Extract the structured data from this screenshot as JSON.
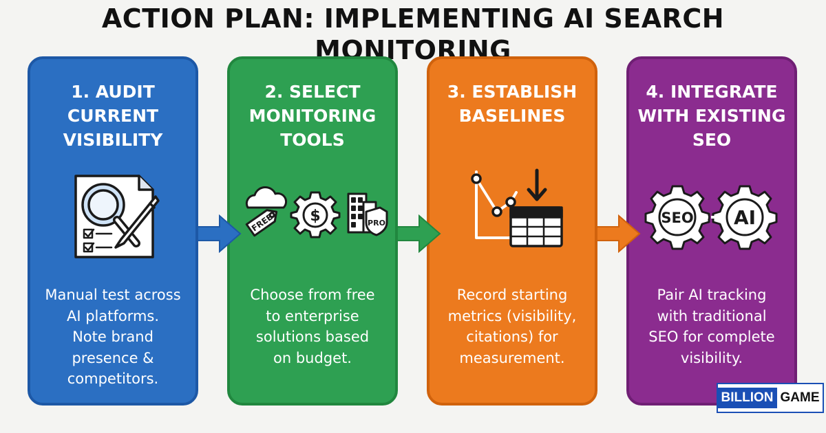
{
  "title": "ACTION PLAN: IMPLEMENTING AI SEARCH MONITORING",
  "steps": [
    {
      "title_lines": [
        "1. AUDIT",
        "CURRENT",
        "VISIBILITY"
      ],
      "desc_lines": [
        "Manual test across",
        "AI platforms.",
        "Note brand",
        "presence &",
        "competitors."
      ],
      "color": "#2b6fc2",
      "border": "#1d58a6",
      "icon": "audit-document-magnifier-pencil-icon"
    },
    {
      "title_lines": [
        "2. SELECT",
        "MONITORING",
        "TOOLS"
      ],
      "desc_lines": [
        "Choose from free",
        "to enterprise",
        "solutions based",
        "on budget."
      ],
      "color": "#2ea052",
      "border": "#21873f",
      "icon": "tools-free-dollar-pro-icon",
      "icon_labels": {
        "free": "FREE",
        "pro": "PRO"
      }
    },
    {
      "title_lines": [
        "3. ESTABLISH",
        "BASELINES"
      ],
      "desc_lines": [
        "Record starting",
        "metrics (visibility,",
        "citations) for",
        "measurement."
      ],
      "color": "#ec7a1e",
      "border": "#d0620d",
      "icon": "chart-table-download-icon"
    },
    {
      "title_lines": [
        "4. INTEGRATE",
        "WITH EXISTING",
        "SEO"
      ],
      "desc_lines": [
        "Pair AI tracking",
        "with traditional",
        "SEO for complete",
        "visibility."
      ],
      "color": "#8b2c8f",
      "border": "#6f1f74",
      "icon": "seo-ai-gears-icon",
      "icon_labels": {
        "seo": "SEO",
        "ai": "AI"
      }
    }
  ],
  "arrows": [
    {
      "color": "#2b6fc2"
    },
    {
      "color": "#2ea052"
    },
    {
      "color": "#ec7a1e"
    }
  ],
  "watermark": {
    "part1": "BILLION",
    "part2": "GAME"
  }
}
